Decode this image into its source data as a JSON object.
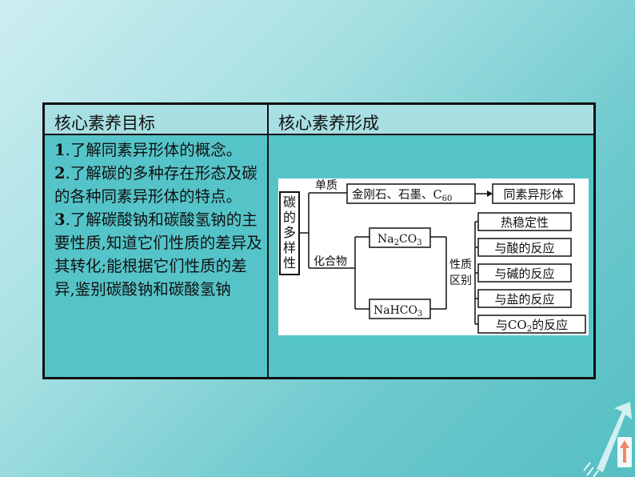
{
  "table": {
    "header_left": "核心素养目标",
    "header_right": "核心素养形成",
    "goals": [
      {
        "num": "1",
        "text": ".了解同素异形体的概念。"
      },
      {
        "num": "2",
        "text": ".了解碳的多种存在形态及碳的各种同素异形体的特点。"
      },
      {
        "num": "3",
        "text": ".了解碳酸钠和碳酸氢钠的主要性质,知道它们性质的差异及其转化;能根据它们性质的差异,鉴别碳酸钠和碳酸氢钠"
      }
    ]
  },
  "diagram": {
    "root": [
      "碳",
      "的",
      "多",
      "样",
      "性"
    ],
    "simple_label": "单质",
    "compound_label": "化合物",
    "simple_list_prefix": "金刚石、石墨、C",
    "simple_list_sub": "60",
    "allotrope": "同素异形体",
    "na2co3": {
      "a": "Na",
      "s1": "2",
      "b": "CO",
      "s2": "3"
    },
    "nahco3": {
      "a": "NaHCO",
      "s": "3"
    },
    "property_label_1": "性质",
    "property_label_2": "区别",
    "properties": [
      "热稳定性",
      "与酸的反应",
      "与碱的反应",
      "与盐的反应"
    ],
    "property_co2": {
      "a": "与CO",
      "s": "2",
      "b": "的反应"
    }
  },
  "colors": {
    "background": "#6cc9cd",
    "header": "#a7dfe2",
    "arrow": "#e8f8f8",
    "up_arrow": "#ee8866"
  }
}
